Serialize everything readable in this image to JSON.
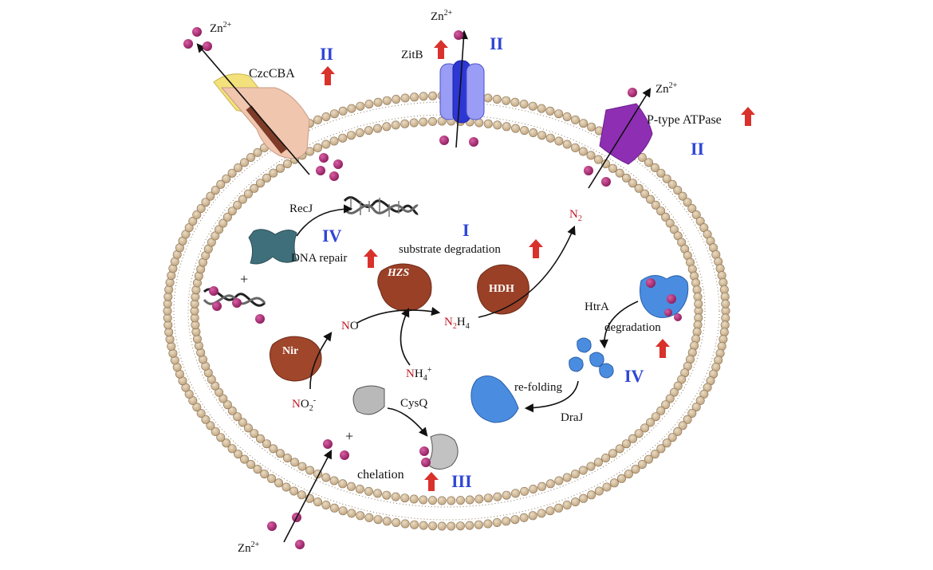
{
  "labels": {
    "zn": "Zn",
    "zn_charge": "2+",
    "czc": "CzcCBA",
    "zitb": "ZitB",
    "ptype": "P-type ATPase",
    "recj": "RecJ",
    "dna_repair": "DNA repair",
    "plus": "+",
    "substrate": "substrate degradation",
    "hzs": "HZS",
    "hdh": "HDH",
    "nir": "Nir",
    "no_n": "N",
    "no_o": "O",
    "n2h4_n": "N",
    "n2h4_rest": "H",
    "n2h4_sub1": "2",
    "n2h4_sub2": "4",
    "n2_n": "N",
    "n2_sub": "2",
    "nh4_n": "N",
    "nh4_h": "H",
    "nh4_sub": "4",
    "nh4_charge": "+",
    "no2_n": "N",
    "no2_o": "O",
    "no2_sub": "2",
    "no2_charge": "-",
    "htra": "HtrA",
    "degradation": "degradation",
    "refolding": "re-folding",
    "draj": "DraJ",
    "cysq": "CysQ",
    "chelation": "chelation"
  },
  "mechanisms": {
    "I": "I",
    "II": "II",
    "III": "III",
    "IV": "IV"
  },
  "colors": {
    "roman": "#2f46d6",
    "up_arrow": "#d9312b",
    "zn_ion": "#a7246e",
    "enzyme_brown": "#9a4027",
    "protein_blue": "#4a8de0",
    "nitrogen_red": "#c01c28",
    "membrane": "#d2b896"
  }
}
